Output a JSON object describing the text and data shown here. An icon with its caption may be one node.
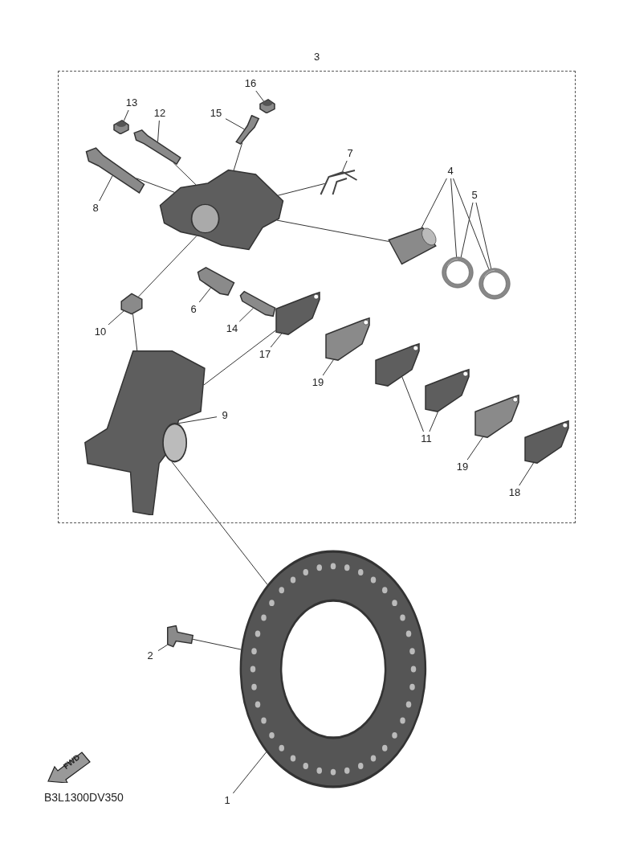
{
  "diagram": {
    "nodes": [
      {
        "text": [
          "3"
        ]
      },
      {
        "text": [
          "16"
        ],
        "in": 0
      },
      {
        "text": [],
        "shape": "picture",
        "in": 0
      },
      {
        "text": [
          "13"
        ],
        "in": 0
      },
      {
        "text": [],
        "shape": "picture",
        "in": 0
      },
      {
        "text": [
          "12"
        ],
        "in": 0
      },
      {
        "text": [],
        "shape": "picture",
        "in": 0
      },
      {
        "text": [
          "15"
        ],
        "in": 0
      },
      {
        "text": [],
        "shape": "picture",
        "in": 0
      },
      {
        "text": [
          "7"
        ],
        "in": 0
      },
      {
        "text": [],
        "shape": "picture",
        "in": 0
      },
      {
        "text": [
          "8"
        ],
        "in": 0
      },
      {
        "text": [],
        "shape": "picture",
        "in": 0
      },
      {
        "text": [],
        "shape": "picture",
        "in": 0
      },
      {
        "text": [
          "4"
        ],
        "in": 0
      },
      {
        "text": [],
        "shape": "picture",
        "in": 0
      },
      {
        "text": [
          "5"
        ],
        "in": 0
      },
      {
        "text": [],
        "shape": "picture",
        "in": 0
      },
      {
        "text": [],
        "shape": "picture",
        "in": 0
      },
      {
        "text": [
          "6"
        ],
        "in": 0
      },
      {
        "text": [],
        "shape": "picture",
        "in": 0
      },
      {
        "text": [
          "10"
        ],
        "in": 0
      },
      {
        "text": [],
        "shape": "picture",
        "in": 0
      },
      {
        "text": [
          "14"
        ],
        "in": 0
      },
      {
        "text": [],
        "shape": "picture",
        "in": 0
      },
      {
        "text": [],
        "shape": "picture",
        "in": 0
      },
      {
        "text": [
          "9"
        ],
        "in": 0
      },
      {
        "text": [],
        "shape": "picture",
        "in": 0
      },
      {
        "text": [
          "17"
        ],
        "in": 0
      },
      {
        "text": [],
        "shape": "picture",
        "in": 0
      },
      {
        "text": [
          "19"
        ],
        "in": 0
      },
      {
        "text": [],
        "shape": "picture",
        "in": 0
      },
      {
        "text": [],
        "shape": "picture",
        "in": 0
      },
      {
        "text": [
          "11"
        ],
        "in": 0
      },
      {
        "text": [],
        "shape": "picture",
        "in": 0
      },
      {
        "text": [
          "19"
        ],
        "in": 0
      },
      {
        "text": [],
        "shape": "picture",
        "in": 0
      },
      {
        "text": [
          "18"
        ],
        "in": 0
      },
      {
        "text": [],
        "shape": "picture"
      },
      {
        "text": [
          "2"
        ]
      },
      {
        "text": [],
        "shape": "picture"
      },
      {
        "text": [
          "1"
        ]
      }
    ],
    "edges": [
      {
        "from": 1,
        "to": 2,
        "arrow": "none"
      },
      {
        "from": 3,
        "to": 4,
        "arrow": "none"
      },
      {
        "from": 5,
        "to": 6,
        "arrow": "none"
      },
      {
        "from": 7,
        "to": 8,
        "arrow": "none"
      },
      {
        "from": 9,
        "to": 10,
        "arrow": "none"
      },
      {
        "from": 11,
        "to": 12,
        "arrow": "none"
      },
      {
        "from": 14,
        "to": 15,
        "arrow": "none"
      },
      {
        "from": 14,
        "to": 17,
        "arrow": "none"
      },
      {
        "from": 14,
        "to": 18,
        "arrow": "none"
      },
      {
        "from": 16,
        "to": 17,
        "arrow": "none"
      },
      {
        "from": 16,
        "to": 18,
        "arrow": "none"
      },
      {
        "from": 19,
        "to": 20,
        "arrow": "none"
      },
      {
        "from": 21,
        "to": 22,
        "arrow": "none"
      },
      {
        "from": 23,
        "to": 24,
        "arrow": "none"
      },
      {
        "from": 26,
        "to": 25,
        "arrow": "none"
      },
      {
        "from": 28,
        "to": 27,
        "arrow": "none"
      },
      {
        "from": 30,
        "to": 29,
        "arrow": "none"
      },
      {
        "from": 33,
        "to": 31,
        "arrow": "none"
      },
      {
        "from": 33,
        "to": 32,
        "arrow": "none"
      },
      {
        "from": 35,
        "to": 34,
        "arrow": "none"
      },
      {
        "from": 37,
        "to": 36,
        "arrow": "none"
      },
      {
        "from": 39,
        "to": 38,
        "arrow": "none"
      },
      {
        "from": 41,
        "to": 40,
        "arrow": "none"
      },
      {
        "from": 12,
        "to": 13,
        "arrow": "none"
      },
      {
        "from": 6,
        "to": 13,
        "arrow": "none"
      },
      {
        "from": 8,
        "to": 13,
        "arrow": "none"
      },
      {
        "from": 10,
        "to": 13,
        "arrow": "none"
      },
      {
        "from": 15,
        "to": 13,
        "arrow": "none"
      },
      {
        "from": 13,
        "to": 22,
        "arrow": "none"
      },
      {
        "from": 22,
        "to": 25,
        "arrow": "none"
      },
      {
        "from": 25,
        "to": 27,
        "arrow": "none"
      },
      {
        "from": 25,
        "to": 40,
        "arrow": "none"
      },
      {
        "from": 38,
        "to": 40,
        "arrow": "none"
      }
    ],
    "labels": [
      "FWD",
      "B3L1300DV350"
    ]
  }
}
